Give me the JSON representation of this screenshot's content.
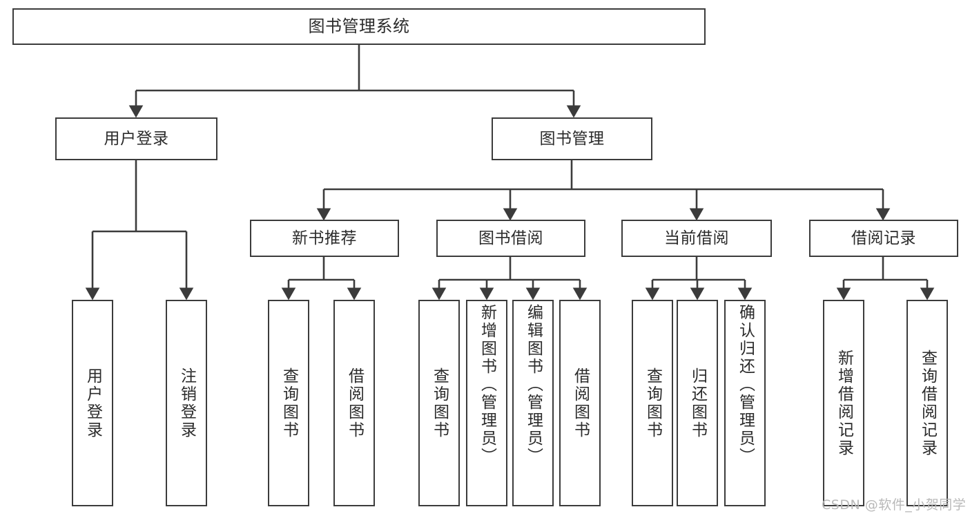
{
  "diagram": {
    "type": "tree",
    "title": "图书管理系统",
    "orientation": "top-down",
    "levels": 4,
    "root": {
      "id": "root",
      "label": "图书管理系统"
    },
    "level2": [
      {
        "id": "user-login",
        "label": "用户登录"
      },
      {
        "id": "book-manage",
        "label": "图书管理"
      }
    ],
    "level3": [
      {
        "id": "new-book-recommend",
        "label": "新书推荐",
        "parent": "book-manage"
      },
      {
        "id": "book-borrow",
        "label": "图书借阅",
        "parent": "book-manage"
      },
      {
        "id": "current-borrow",
        "label": "当前借阅",
        "parent": "book-manage"
      },
      {
        "id": "borrow-record",
        "label": "借阅记录",
        "parent": "book-manage"
      }
    ],
    "leaves": [
      {
        "id": "leaf-user-login",
        "label": "用户登录",
        "parent": "user-login"
      },
      {
        "id": "leaf-user-logout",
        "label": "注销登录",
        "parent": "user-login"
      },
      {
        "id": "leaf-query-book-1",
        "label": "查询图书",
        "parent": "new-book-recommend"
      },
      {
        "id": "leaf-borrow-book-1",
        "label": "借阅图书",
        "parent": "new-book-recommend"
      },
      {
        "id": "leaf-query-book-2",
        "label": "查询图书",
        "parent": "book-borrow"
      },
      {
        "id": "leaf-add-book",
        "label": "新增图书（管理员）",
        "parent": "book-borrow"
      },
      {
        "id": "leaf-edit-book",
        "label": "编辑图书（管理员）",
        "parent": "book-borrow"
      },
      {
        "id": "leaf-borrow-book-2",
        "label": "借阅图书",
        "parent": "book-borrow"
      },
      {
        "id": "leaf-query-book-3",
        "label": "查询图书",
        "parent": "current-borrow"
      },
      {
        "id": "leaf-return-book",
        "label": "归还图书",
        "parent": "current-borrow"
      },
      {
        "id": "leaf-confirm-return",
        "label": "确认归还（管理员）",
        "parent": "current-borrow"
      },
      {
        "id": "leaf-add-record",
        "label": "新增借阅记录",
        "parent": "borrow-record"
      },
      {
        "id": "leaf-query-record",
        "label": "查询借阅记录",
        "parent": "borrow-record"
      }
    ],
    "colors": {
      "stroke": "#3b3b3b",
      "fill": "#ffffff",
      "text": "#2b2b2b",
      "watermark": "#b9b9b9"
    }
  },
  "watermark": {
    "text": "CSDN @软件_小贺同学"
  }
}
